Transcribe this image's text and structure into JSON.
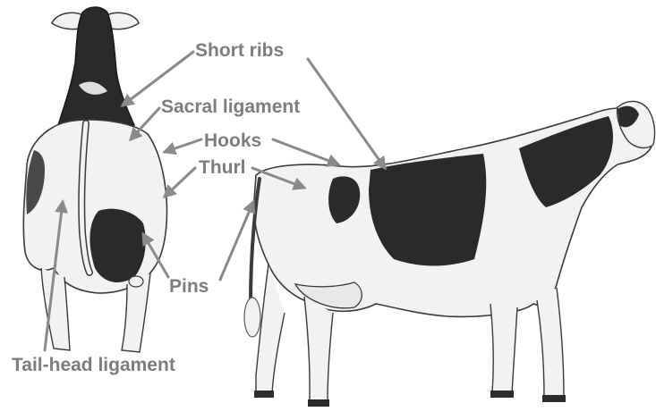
{
  "labels": {
    "short_ribs": "Short ribs",
    "sacral_ligament": "Sacral ligament",
    "hooks": "Hooks",
    "thurl": "Thurl",
    "pins": "Pins",
    "tail_head_ligament": "Tail-head ligament"
  },
  "colors": {
    "label_text": "#7d7d7d",
    "leader_line": "#8a8a8a",
    "cow_black": "#2b2b2b",
    "cow_white": "#f2f2f2",
    "outline": "#3a3a3a"
  }
}
